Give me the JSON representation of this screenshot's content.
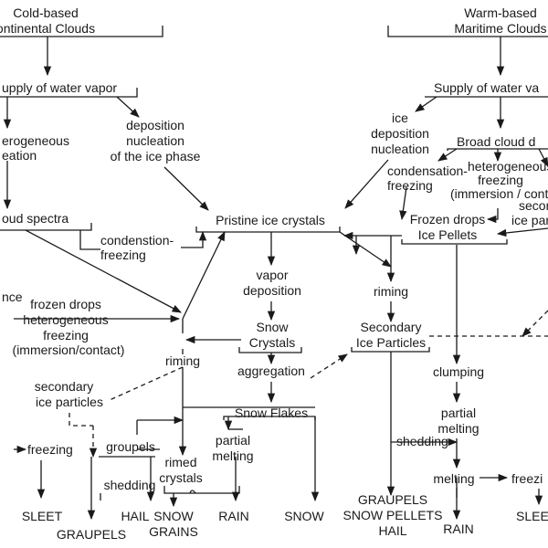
{
  "nodes": [
    {
      "id": "cold_title",
      "lines": [
        "Cold-based",
        "ontinental Clouds"
      ]
    },
    {
      "id": "warm_title",
      "lines": [
        "Warm-based",
        "Maritime Clouds"
      ]
    },
    {
      "id": "supply_left",
      "lines": [
        "upply of water vapor"
      ]
    },
    {
      "id": "supply_right",
      "lines": [
        "Supply of water va"
      ]
    },
    {
      "id": "hetero_nucl",
      "lines": [
        "erogeneous",
        "eation"
      ]
    },
    {
      "id": "deposition_nucleation",
      "lines": [
        "deposition",
        "nucleation",
        "of the ice phase"
      ]
    },
    {
      "id": "ice_dep_nucl",
      "lines": [
        "ice",
        "deposition",
        "nucleation"
      ]
    },
    {
      "id": "broad_cloud",
      "lines": [
        "Broad cloud d"
      ]
    },
    {
      "id": "condensation_freezing_r",
      "lines": [
        "condensation-",
        "freezing"
      ]
    },
    {
      "id": "hetero_freezing_r",
      "lines": [
        "heterogeneous",
        "freezing",
        "(immersion / conta"
      ]
    },
    {
      "id": "secondary_ice_r",
      "lines": [
        "secon",
        "ice par"
      ]
    },
    {
      "id": "cloud_spectra",
      "lines": [
        "oud spectra"
      ]
    },
    {
      "id": "condenstion_freezing",
      "lines": [
        "condenstion-",
        "freezing"
      ]
    },
    {
      "id": "pristine",
      "lines": [
        "Pristine ice crystals"
      ]
    },
    {
      "id": "frozen_drops_pellets",
      "lines": [
        "Frozen drops",
        "Ice Pellets"
      ]
    },
    {
      "id": "ence",
      "lines": [
        "nce"
      ]
    },
    {
      "id": "frozen_drops_hetero",
      "lines": [
        "frozen drops",
        "heterogeneous",
        "freezing",
        "(immersion/contact)"
      ]
    },
    {
      "id": "vapor_deposition",
      "lines": [
        "vapor",
        "deposition"
      ]
    },
    {
      "id": "riming_right",
      "lines": [
        "riming"
      ]
    },
    {
      "id": "snow_crystals",
      "lines": [
        "Snow",
        "Crystals"
      ]
    },
    {
      "id": "secondary_ice_particles",
      "lines": [
        "Secondary",
        "Ice Particles"
      ]
    },
    {
      "id": "riming_left",
      "lines": [
        "riming"
      ]
    },
    {
      "id": "aggregation",
      "lines": [
        "aggregation"
      ]
    },
    {
      "id": "clumping",
      "lines": [
        "clumping"
      ]
    },
    {
      "id": "secondary_ice_left",
      "lines": [
        "secondary",
        "ice particles"
      ]
    },
    {
      "id": "snow_flakes",
      "lines": [
        "Snow Flakes"
      ]
    },
    {
      "id": "partial_melting_r",
      "lines": [
        "partial",
        "melting"
      ]
    },
    {
      "id": "partial_melting_l",
      "lines": [
        "partial",
        "melting"
      ]
    },
    {
      "id": "freezing_left",
      "lines": [
        "freezing"
      ]
    },
    {
      "id": "groupels",
      "lines": [
        "groupels"
      ]
    },
    {
      "id": "shedding_r",
      "lines": [
        "shedding"
      ]
    },
    {
      "id": "rimed_crystals",
      "lines": [
        "rimed",
        "crystals"
      ]
    },
    {
      "id": "shedding_l",
      "lines": [
        "shedding"
      ]
    },
    {
      "id": "melting",
      "lines": [
        "melting"
      ]
    },
    {
      "id": "freezing_right",
      "lines": [
        "freezi"
      ]
    },
    {
      "id": "sleet_left",
      "lines": [
        "SLEET"
      ]
    },
    {
      "id": "hail_left",
      "lines": [
        "HAIL"
      ]
    },
    {
      "id": "snow_grains",
      "lines": [
        "SNOW",
        "GRAINS"
      ]
    },
    {
      "id": "rain_left",
      "lines": [
        "RAIN"
      ]
    },
    {
      "id": "snow",
      "lines": [
        "SNOW"
      ]
    },
    {
      "id": "graupels_left",
      "lines": [
        "GRAUPELS"
      ]
    },
    {
      "id": "graupels_right",
      "lines": [
        "GRAUPELS",
        "SNOW PELLETS",
        "HAIL"
      ]
    },
    {
      "id": "rain_right",
      "lines": [
        "RAIN"
      ]
    },
    {
      "id": "sleet_right",
      "lines": [
        "SLEE"
      ]
    }
  ],
  "edges": [
    {
      "from": "cold_title",
      "to": "supply_left"
    },
    {
      "from": "warm_title",
      "to": "supply_right"
    },
    {
      "from": "supply_left",
      "to": "hetero_nucl"
    },
    {
      "from": "supply_left",
      "to": "deposition_nucleation"
    },
    {
      "from": "hetero_nucl",
      "to": "cloud_spectra"
    },
    {
      "from": "deposition_nucleation",
      "to": "pristine"
    },
    {
      "from": "supply_right",
      "to": "ice_dep_nucl"
    },
    {
      "from": "supply_right",
      "to": "broad_cloud"
    },
    {
      "from": "ice_dep_nucl",
      "to": "pristine"
    },
    {
      "from": "broad_cloud",
      "to": "condensation_freezing_r"
    },
    {
      "from": "broad_cloud",
      "to": "hetero_freezing_r"
    },
    {
      "from": "broad_cloud",
      "to": "secondary_ice_r"
    },
    {
      "from": "condensation_freezing_r",
      "to": "frozen_drops_pellets"
    },
    {
      "from": "hetero_freezing_r",
      "to": "frozen_drops_pellets"
    },
    {
      "from": "cloud_spectra",
      "to": "condenstion_freezing"
    },
    {
      "from": "condenstion_freezing",
      "to": "pristine"
    },
    {
      "from": "cloud_spectra",
      "to": "frozen_drops_hetero"
    },
    {
      "from": "frozen_drops_hetero",
      "to": "pristine"
    },
    {
      "from": "frozen_drops_pellets",
      "to": "pristine"
    },
    {
      "from": "pristine",
      "to": "vapor_deposition"
    },
    {
      "from": "vapor_deposition",
      "to": "snow_crystals"
    },
    {
      "from": "pristine",
      "to": "riming_right"
    },
    {
      "from": "riming_right",
      "to": "secondary_ice_particles"
    },
    {
      "from": "frozen_drops_pellets",
      "to": "clumping"
    },
    {
      "from": "clumping",
      "to": "partial_melting_r"
    },
    {
      "from": "partial_melting_r",
      "to": "melting"
    },
    {
      "from": "melting",
      "to": "freezing_right"
    },
    {
      "from": "freezing_right",
      "to": "sleet_right"
    },
    {
      "from": "melting",
      "to": "rain_right"
    },
    {
      "from": "snow_crystals",
      "to": "riming_left"
    },
    {
      "from": "snow_crystals",
      "to": "aggregation"
    },
    {
      "from": "aggregation",
      "to": "snow_flakes"
    },
    {
      "from": "aggregation",
      "to": "secondary_ice_particles"
    },
    {
      "from": "secondary_ice_particles",
      "to": "graupels_right"
    },
    {
      "from": "secondary_ice_particles",
      "to": "shedding_r"
    },
    {
      "from": "shedding_r",
      "to": "partial_melting_r"
    },
    {
      "from": "frozen_drops_hetero",
      "to": "riming_left"
    },
    {
      "from": "riming_left",
      "to": "secondary_ice_left"
    },
    {
      "from": "secondary_ice_left",
      "to": "groupels"
    },
    {
      "from": "riming_left",
      "to": "rimed_crystals"
    },
    {
      "from": "snow_flakes",
      "to": "groupels"
    },
    {
      "from": "snow_flakes",
      "to": "partial_melting_l"
    },
    {
      "from": "snow_flakes",
      "to": "snow"
    },
    {
      "from": "partial_melting_l",
      "to": "rain_left"
    },
    {
      "from": "groupels",
      "to": "graupels_left"
    },
    {
      "from": "groupels",
      "to": "shedding_l"
    },
    {
      "from": "shedding_l",
      "to": "hail_left"
    },
    {
      "from": "rimed_crystals",
      "to": "snow_grains"
    },
    {
      "from": "rimed_crystals",
      "to": "rain_left"
    },
    {
      "from": "freezing_left",
      "to": "sleet_left"
    }
  ]
}
